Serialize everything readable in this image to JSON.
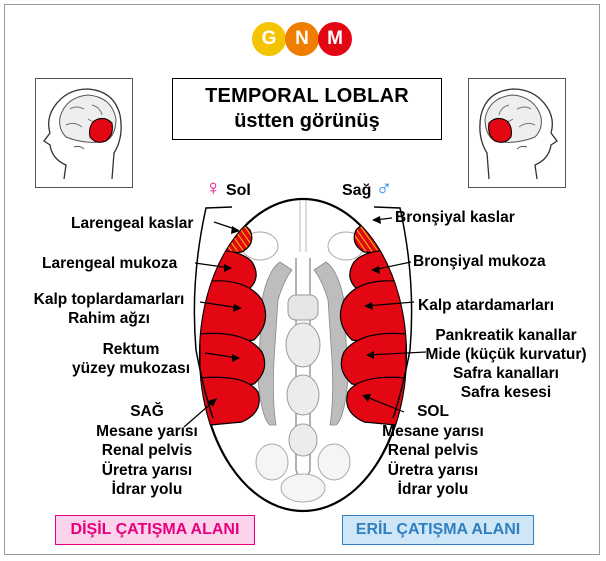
{
  "logo": {
    "letters": [
      "G",
      "N",
      "M"
    ],
    "colors": [
      "#f5c400",
      "#ef7d00",
      "#e30613"
    ]
  },
  "title": {
    "line1": "TEMPORAL LOBLAR",
    "line2": "üstten görünüş"
  },
  "sides": {
    "left": {
      "symbol": "♀",
      "label": "Sol",
      "color": "#e6007e"
    },
    "right": {
      "label": "Sağ",
      "symbol": "♂",
      "color": "#1e88e5"
    }
  },
  "left_labels": {
    "laryngeal_muscles": "Larengeal kaslar",
    "laryngeal_mucosa": "Larengeal mukoza",
    "coronary_veins": "Kalp toplardamarları",
    "cervix": "Rahim ağzı",
    "rectum": "Rektum",
    "rectum_mucosa": "yüzey mukozası",
    "bottom": [
      "SAĞ",
      "Mesane yarısı",
      "Renal pelvis",
      "Üretra yarısı",
      "İdrar yolu"
    ]
  },
  "right_labels": {
    "bronchial_muscles": "Bronşiyal kaslar",
    "bronchial_mucosa": "Bronşiyal mukoza",
    "coronary_arteries": "Kalp atardamarları",
    "middle": [
      "Pankreatik kanallar",
      "Mide (küçük kurvatur)",
      "Safra kanalları",
      "Safra kesesi"
    ],
    "bottom": [
      "SOL",
      "Mesane yarısı",
      "Renal pelvis",
      "Üretra yarısı",
      "İdrar yolu"
    ]
  },
  "zones": {
    "female": {
      "label": "DİŞİL ÇATIŞMA ALANI",
      "bg": "#fbd3ea",
      "border": "#e6007e",
      "text": "#e6007e"
    },
    "male": {
      "label": "ERİL ÇATIŞMA ALANI",
      "bg": "#cfe6f7",
      "border": "#2f7fc1",
      "text": "#2f7fc1"
    }
  },
  "colors": {
    "organ_red": "#e30613",
    "gray": "#bdbdbd"
  }
}
